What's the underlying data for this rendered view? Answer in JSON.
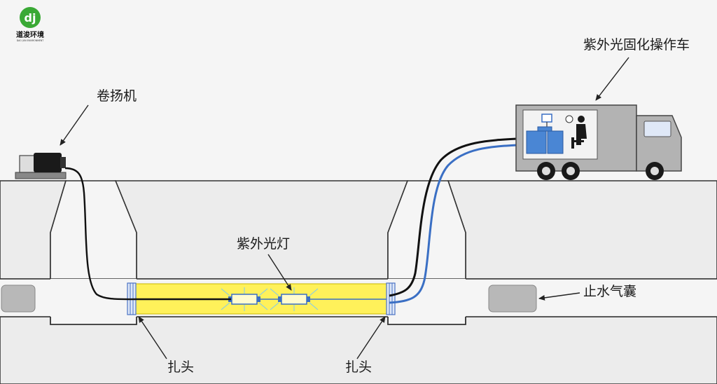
{
  "logo": {
    "monogram": "dj",
    "name": "道浚环境",
    "subtitle": "DAO JUN ENVIRONMENT",
    "color": "#3aa935"
  },
  "labels": {
    "winch": "卷扬机",
    "uv_truck": "紫外光固化操作车",
    "uv_lamp": "紫外光灯",
    "water_bag": "止水气囊",
    "clamp_left": "扎头",
    "clamp_right": "扎头"
  },
  "colors": {
    "ground": "#ececec",
    "outline": "#333333",
    "liner": "#fff15a",
    "cable_blue": "#3a6fc4",
    "cable_black": "#111111",
    "truck": "#b3b3b3",
    "bag": "#b8b8b8"
  }
}
